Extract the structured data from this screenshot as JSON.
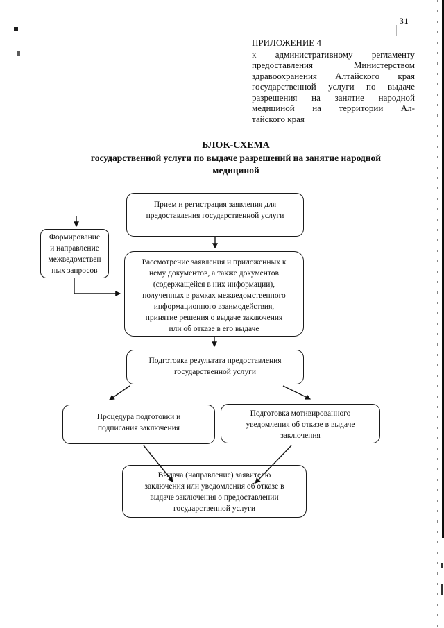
{
  "page": {
    "number": "31"
  },
  "colors": {
    "ink": "#111111",
    "paper": "#ffffff"
  },
  "header": {
    "appendix": "ПРИЛОЖЕНИЕ 4",
    "lines": [
      "к административному регламенту",
      "предоставления Министерством",
      "здравоохранения Алтайского края",
      "государственной услуги по выдаче",
      "разрешения на занятие народной",
      "медициной на территории Ал-",
      "тайского края"
    ]
  },
  "title": {
    "heading": "БЛОК-СХЕМА",
    "sub1": "государственной услуги по выдаче разрешений на занятие народной",
    "sub2": "медициной"
  },
  "flowchart": {
    "reception": {
      "lines": [
        "Прием и регистрация заявления для",
        "предоставления государственной услуги"
      ]
    },
    "interagency": {
      "lines": [
        "Формирование",
        "и направление",
        "межведомствен",
        "ных запросов"
      ]
    },
    "review": {
      "lines": [
        "Рассмотрение заявления и приложенных к",
        "нему документов, а также документов",
        "(содержащейся в них информации),"
      ],
      "struck_line": {
        "pre": "полученны",
        "struck": "х в рамках ",
        "post": "межведомственного"
      },
      "lines_after": [
        "информационного взаимодействия,",
        "принятие решения о выдаче заключения",
        "или об отказе в его выдаче"
      ]
    },
    "result": {
      "lines": [
        "Подготовка результата предоставления",
        "государственной услуги"
      ]
    },
    "procedure": {
      "lines": [
        "Процедура подготовки и",
        "подписания заключения"
      ]
    },
    "refusal": {
      "lines": [
        "Подготовка мотивированного",
        "уведомления об отказе в выдаче",
        "заключения"
      ]
    },
    "issue": {
      "lines": [
        "Выдача (направление) заявителю",
        "заключения или уведомления об отказе в",
        "выдаче заключения о предоставлении",
        "государственной услуги"
      ]
    }
  }
}
